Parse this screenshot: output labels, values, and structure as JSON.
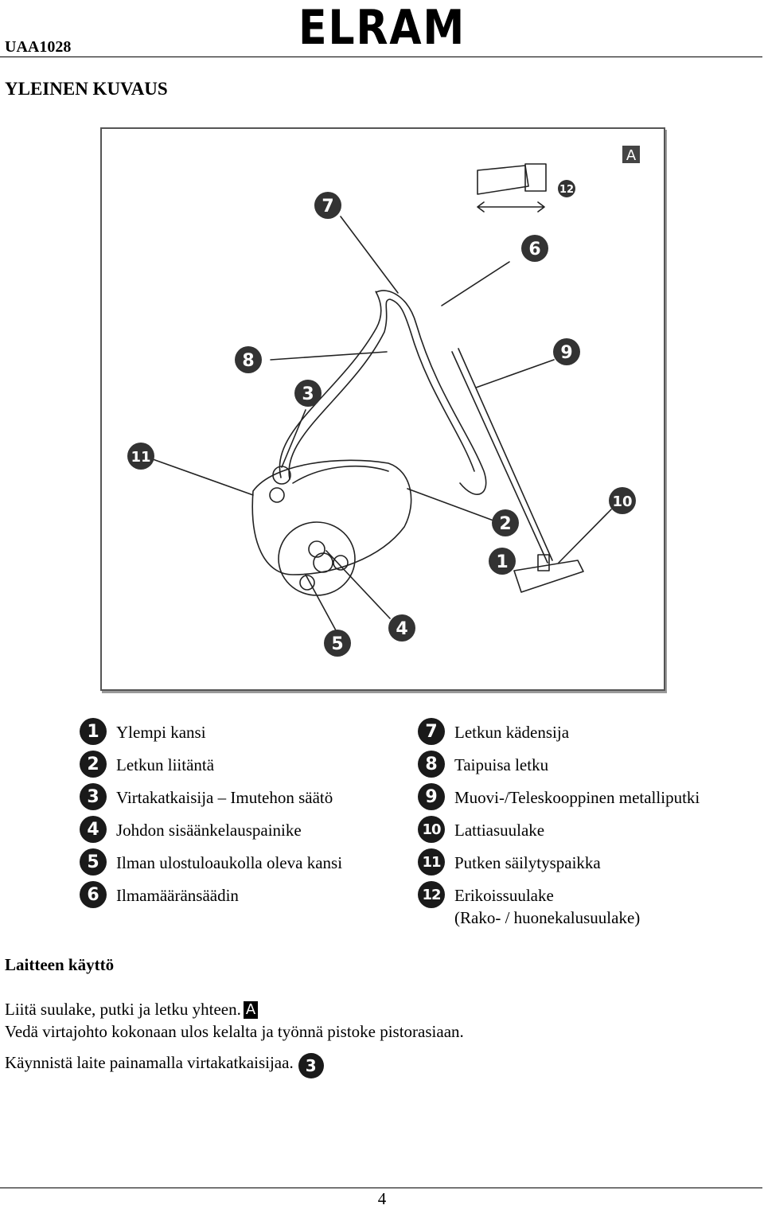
{
  "header": {
    "model": "UAA1028",
    "brand": "ELRAM"
  },
  "section_title": "YLEINEN KUVAUS",
  "figure": {
    "corner_tag": "A",
    "callouts": [
      "7",
      "12",
      "6",
      "9",
      "8",
      "3",
      "11",
      "10",
      "2",
      "1",
      "4",
      "5"
    ]
  },
  "legend": {
    "left": [
      {
        "number": "1",
        "label": "Ylempi kansi"
      },
      {
        "number": "2",
        "label": "Letkun liitäntä"
      },
      {
        "number": "3",
        "label": "Virtakatkaisija – Imutehon säätö"
      },
      {
        "number": "4",
        "label": "Johdon sisäänkelauspainike"
      },
      {
        "number": "5",
        "label": "Ilman ulostuloaukolla oleva kansi"
      },
      {
        "number": "6",
        "label": "Ilmamääränsäädin"
      }
    ],
    "right": [
      {
        "number": "7",
        "label": "Letkun kädensija"
      },
      {
        "number": "8",
        "label": "Taipuisa letku"
      },
      {
        "number": "9",
        "label": "Muovi-/Teleskooppinen metalliputki"
      },
      {
        "number": "10",
        "label": "Lattiasuulake"
      },
      {
        "number": "11",
        "label": "Putken säilytyspaikka"
      },
      {
        "number": "12",
        "label": "Erikoissuulake\n(Rako- / huonekalusuulake)"
      }
    ]
  },
  "usage": {
    "title": "Laitteen käyttö",
    "line1": "Liitä suulake, putki ja letku yhteen.",
    "line1_tag": "A",
    "line2": "Vedä virtajohto kokonaan ulos kelalta ja työnnä pistoke pistorasiaan.",
    "line3": "Käynnistä laite painamalla virtakatkaisijaa.",
    "line3_badge": "3"
  },
  "footer": {
    "page_number": "4"
  }
}
